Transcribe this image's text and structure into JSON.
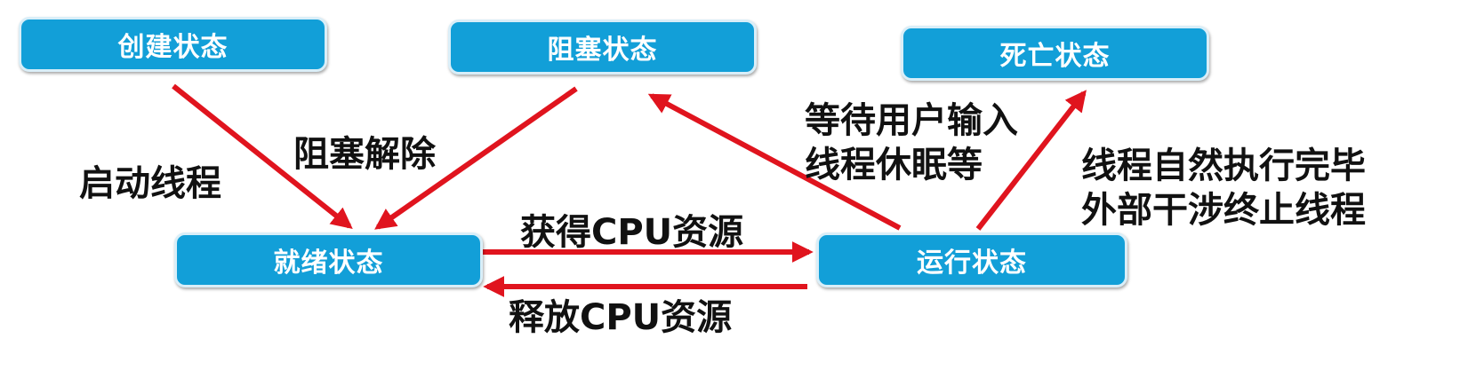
{
  "diagram": {
    "states": {
      "new": "创建状态",
      "blocked": "阻塞状态",
      "dead": "死亡状态",
      "ready": "就绪状态",
      "running": "运行状态"
    },
    "transitions": {
      "start_thread": "启动线程",
      "unblock": "阻塞解除",
      "wait_line1": "等待用户输入",
      "wait_line2": "线程休眠等",
      "finish_line1": "线程自然执行完毕",
      "finish_line2": "外部干涉终止线程",
      "get_cpu": "获得CPU资源",
      "release_cpu": "释放CPU资源"
    },
    "colors": {
      "state_fill": "#129fd8",
      "arrow": "#e0141e",
      "label_text": "#111111"
    }
  }
}
